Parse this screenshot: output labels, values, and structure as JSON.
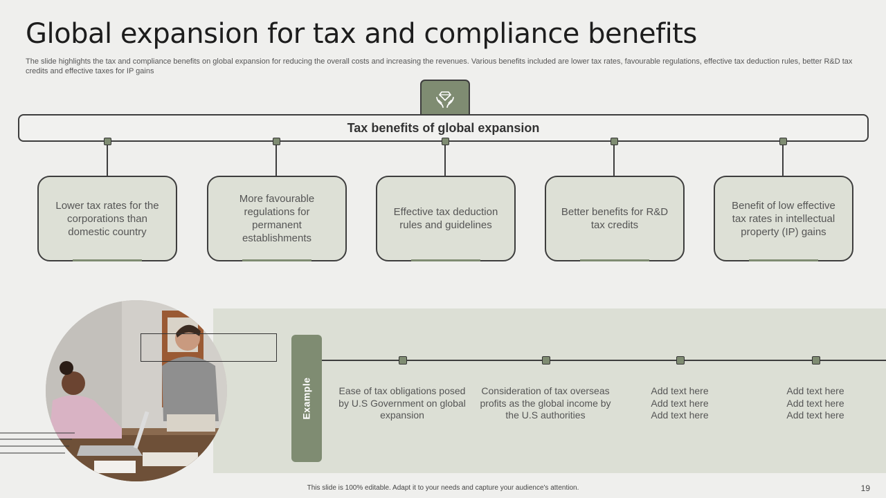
{
  "title": "Global expansion for tax and compliance benefits",
  "subtitle": "The slide highlights the tax and compliance benefits on global expansion for reducing the overall costs and increasing the revenues. Various benefits included are lower tax rates, favourable regulations, effective tax  deduction rules, better R&D tax  credits and effective taxes for IP gains",
  "header_icon": "hands-holding-diamond-icon",
  "main_bar": {
    "label": "Tax benefits of global expansion"
  },
  "benefits": [
    {
      "text": "Lower tax rates for the corporations than domestic country"
    },
    {
      "text": "More favourable regulations for permanent establishments"
    },
    {
      "text": "Effective tax deduction rules and guidelines"
    },
    {
      "text": "Better benefits for R&D tax credits"
    },
    {
      "text": "Benefit of low effective tax rates in intellectual property (IP) gains"
    }
  ],
  "example": {
    "label": "Example",
    "items": [
      {
        "text": "Ease of tax obligations posed by U.S Government on global expansion"
      },
      {
        "text": "Consideration of tax overseas profits as the global income by the U.S authorities"
      },
      {
        "text": "Add text here\nAdd text here\nAdd text here"
      },
      {
        "text": "Add text here\nAdd text here\nAdd text here"
      }
    ]
  },
  "photo": {
    "subject": "two-women-office-meeting-photo"
  },
  "footer": "This slide is 100% editable.  Adapt it to your needs and capture your audience's attention.",
  "page_number": "19",
  "colors": {
    "accent": "#7f8c72",
    "card_bg": "#dde0d6",
    "band_bg": "#dcdfd5",
    "outline": "#3d3d3d",
    "slide_bg": "#efefed"
  }
}
